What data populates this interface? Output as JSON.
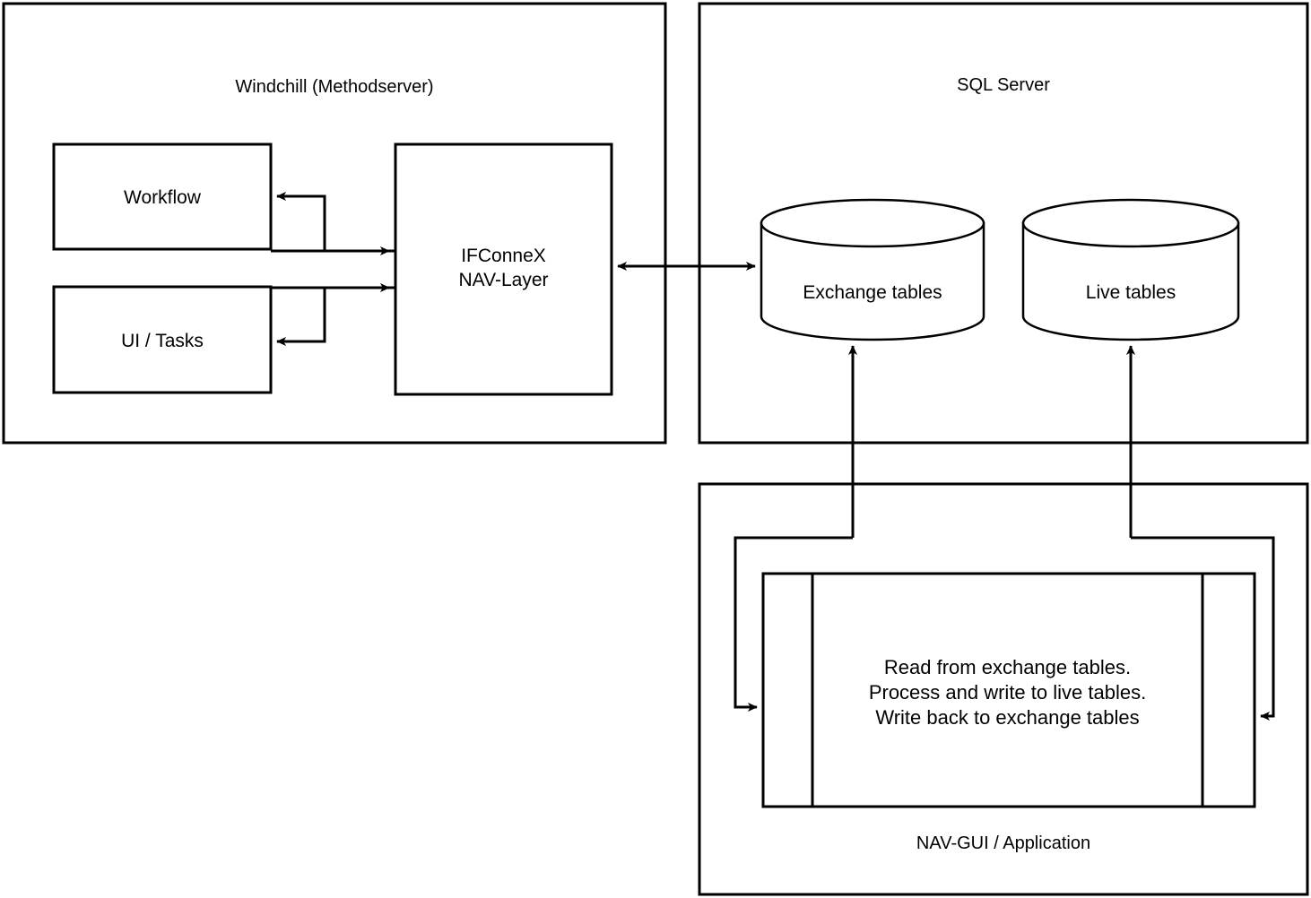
{
  "diagram": {
    "title": "Windchill / SQL Server / NAV-GUI integration architecture",
    "stroke_color": "#000000",
    "fill_color": "#ffffff",
    "background": "#ffffff"
  },
  "panels": {
    "windchill": {
      "label": "Windchill (Methodserver)",
      "boxes": {
        "workflow": {
          "label": "Workflow"
        },
        "ui_tasks": {
          "label": "UI / Tasks"
        },
        "ifconnex": {
          "label_line1": "IFConneX",
          "label_line2": "NAV-Layer"
        }
      }
    },
    "sql_server": {
      "label": "SQL Server",
      "cylinders": {
        "exchange": {
          "label": "Exchange tables"
        },
        "live": {
          "label": "Live tables"
        }
      }
    },
    "nav_gui": {
      "label": "NAV-GUI / Application",
      "process": {
        "line1": "Read from exchange tables.",
        "line2": "Process and write to live tables.",
        "line3": "Write back to exchange tables"
      }
    }
  },
  "connectors": [
    {
      "name": "ifconnex-to-workflow",
      "from": "ifconnex",
      "to": "workflow",
      "direction": "one-way"
    },
    {
      "name": "workflow-to-ifconnex",
      "from": "workflow",
      "to": "ifconnex",
      "direction": "one-way"
    },
    {
      "name": "ifconnex-to-ui-tasks",
      "from": "ifconnex",
      "to": "ui_tasks",
      "direction": "one-way"
    },
    {
      "name": "ui-tasks-to-ifconnex",
      "from": "ui_tasks",
      "to": "ifconnex",
      "direction": "one-way"
    },
    {
      "name": "ifconnex-to-exchange-tables",
      "from": "ifconnex",
      "to": "exchange",
      "direction": "bidirectional"
    },
    {
      "name": "nav-gui-to-exchange-tables",
      "from": "nav_gui",
      "to": "exchange",
      "direction": "one-way"
    },
    {
      "name": "nav-gui-to-live-tables",
      "from": "nav_gui",
      "to": "live",
      "direction": "one-way"
    },
    {
      "name": "nav-gui-left-inflow",
      "from": "exchange",
      "to": "nav_gui_process",
      "direction": "one-way"
    },
    {
      "name": "nav-gui-right-inflow",
      "from": "live",
      "to": "nav_gui_process",
      "direction": "one-way"
    }
  ]
}
